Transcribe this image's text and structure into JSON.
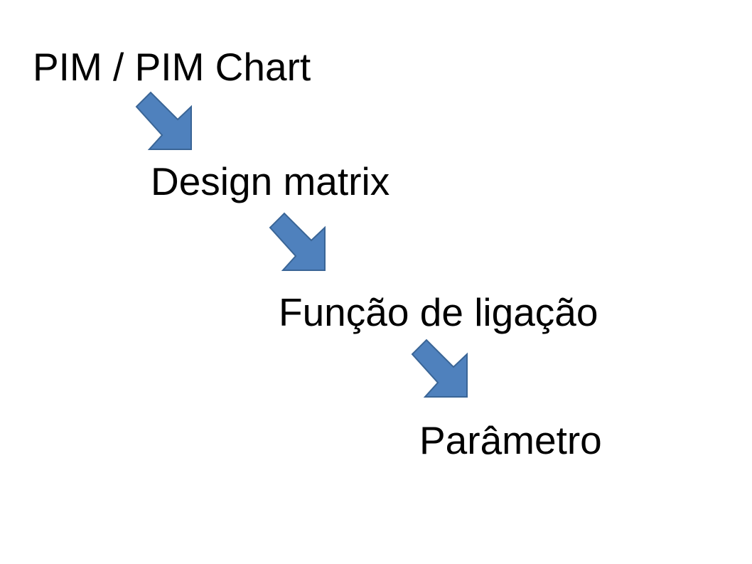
{
  "diagram": {
    "steps": [
      {
        "label": "PIM / PIM Chart"
      },
      {
        "label": "Design matrix"
      },
      {
        "label": "Função de ligação"
      },
      {
        "label": "Parâmetro"
      }
    ],
    "arrows": [
      {
        "icon": "down-right-arrow-icon"
      },
      {
        "icon": "down-right-arrow-icon"
      },
      {
        "icon": "down-right-arrow-icon"
      }
    ],
    "colors": {
      "arrow_fill": "#4f81bd",
      "arrow_stroke": "#3a6596",
      "text": "#000000",
      "background": "#ffffff"
    }
  }
}
